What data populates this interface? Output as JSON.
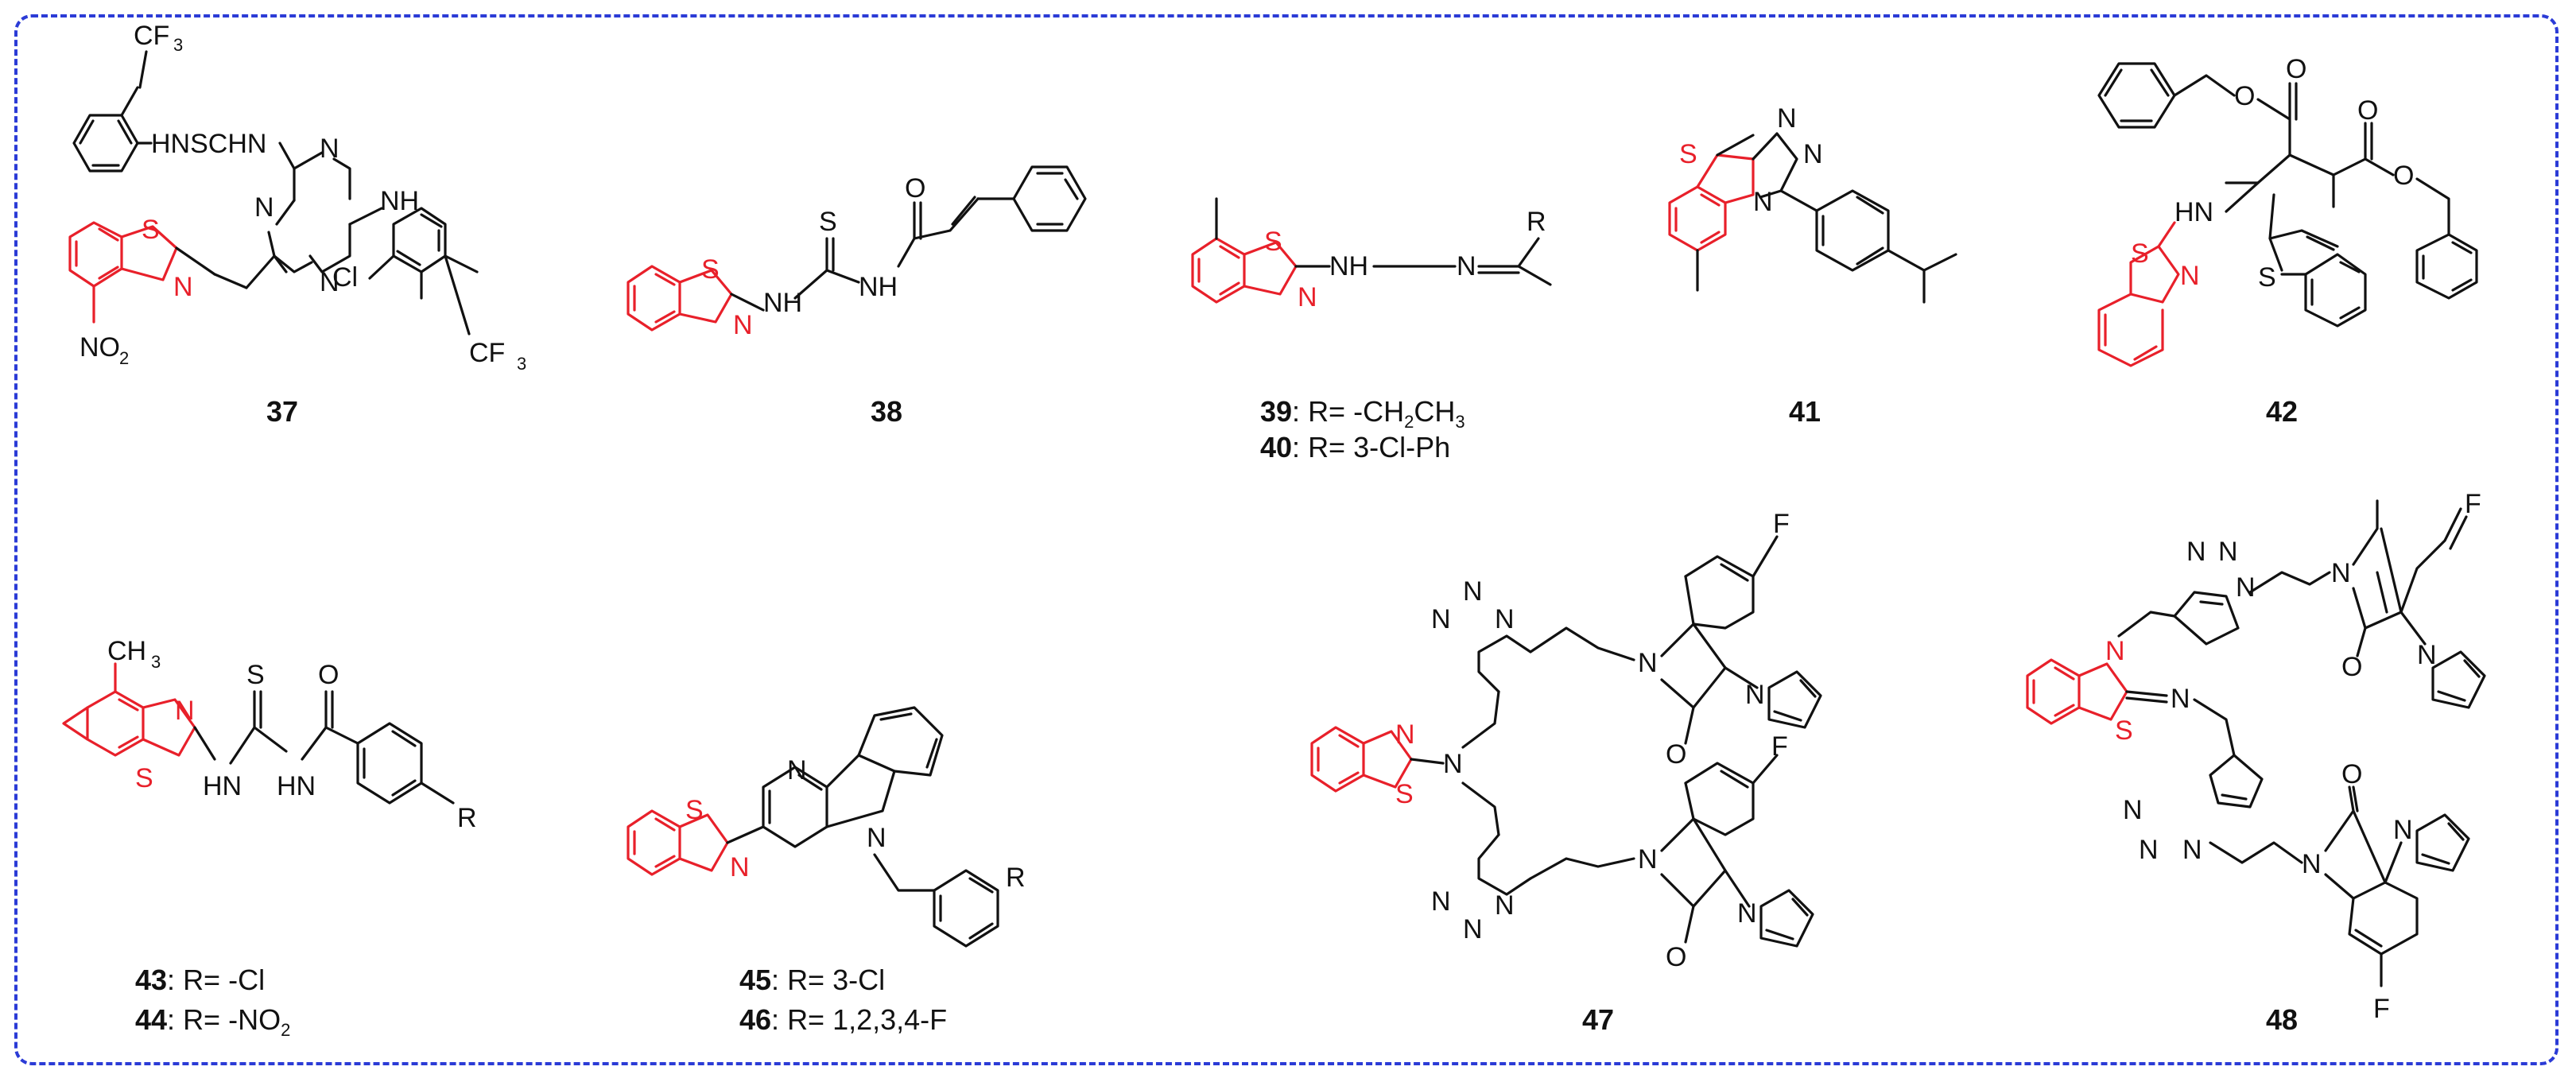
{
  "compounds": {
    "c37": {
      "number": "37"
    },
    "c38": {
      "number": "38"
    },
    "c39": {
      "number": "39",
      "r_label": "R= -CH",
      "r_sub": "2",
      "r_tail": "CH",
      "r_sub2": "3"
    },
    "c40": {
      "number": "40",
      "r_label": "R= 3-Cl-Ph"
    },
    "c41": {
      "number": "41"
    },
    "c42": {
      "number": "42"
    },
    "c43": {
      "number": "43",
      "r_label": "R= -Cl"
    },
    "c44": {
      "number": "44",
      "r_label": "R= -NO",
      "r_sub": "2"
    },
    "c45": {
      "number": "45",
      "r_label": "R= 3-Cl"
    },
    "c46": {
      "number": "46",
      "r_label": "R= 1,2,3,4-F"
    },
    "c47": {
      "number": "47"
    },
    "c48": {
      "number": "48"
    }
  },
  "atom_labels": {
    "cf3": "CF",
    "three": "3",
    "hnschn": "HNSCHN",
    "n": "N",
    "s": "S",
    "nh": "NH",
    "cl": "Cl",
    "no": "NO",
    "two": "2",
    "o": "O",
    "hn": "HN",
    "r": "R",
    "f": "F",
    "ch": "CH"
  },
  "colors": {
    "benzothiazole": "#e8202a",
    "frame": "#2b3bd6",
    "bonds": "#111111"
  }
}
